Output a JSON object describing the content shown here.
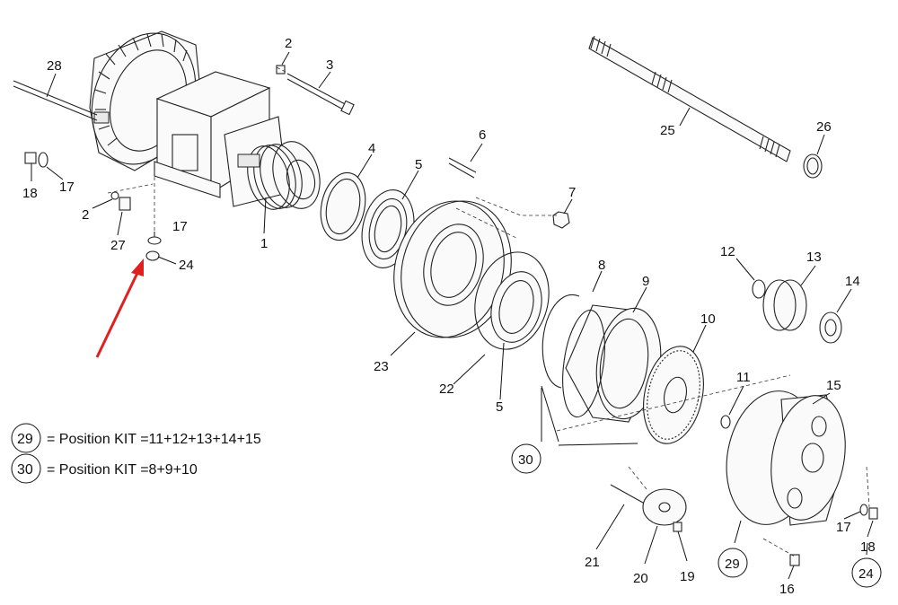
{
  "labels": {
    "p1": "1",
    "p2a": "2",
    "p2b": "2",
    "p3": "3",
    "p4": "4",
    "p5a": "5",
    "p5b": "5",
    "p6": "6",
    "p7": "7",
    "p8": "8",
    "p9": "9",
    "p10": "10",
    "p11": "11",
    "p12": "12",
    "p13": "13",
    "p14": "14",
    "p15": "15",
    "p16": "16",
    "p17a": "17",
    "p17b": "17",
    "p17c": "17",
    "p18a": "18",
    "p18b": "18",
    "p19": "19",
    "p20": "20",
    "p21": "21",
    "p22": "22",
    "p23": "23",
    "p24a": "24",
    "p24b": "24",
    "p25": "25",
    "p26": "26",
    "p27": "27",
    "p28": "28",
    "p29": "29",
    "p30": "30"
  },
  "legend": {
    "kit29_num": "29",
    "kit29_text": "= Position KIT =11+12+13+14+15",
    "kit30_num": "30",
    "kit30_text": "= Position KIT =8+9+10"
  },
  "colors": {
    "arrow": "#e02020",
    "line": "#222222"
  }
}
